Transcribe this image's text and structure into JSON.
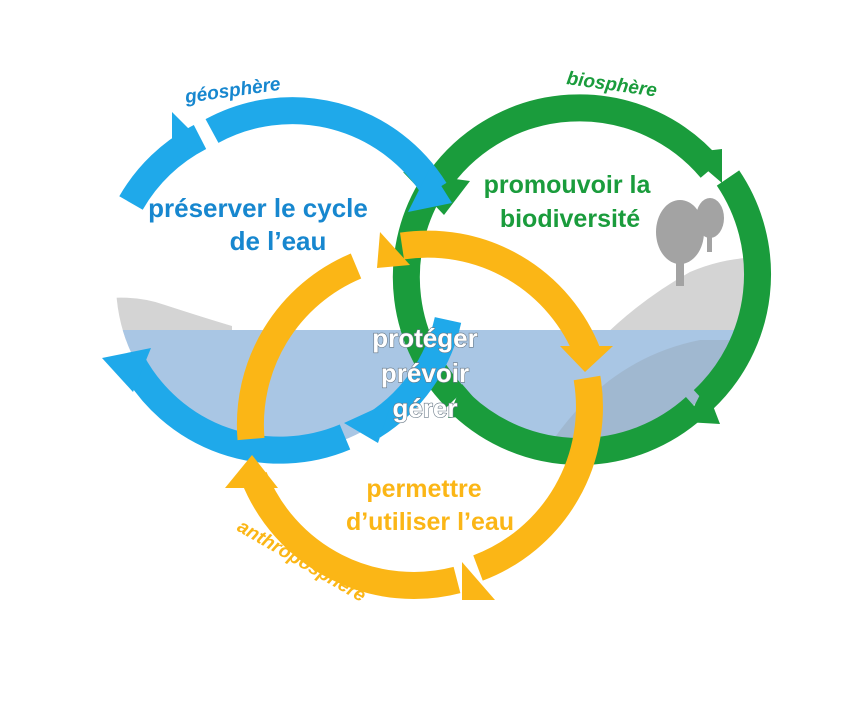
{
  "colors": {
    "geo": "#1fa9ea",
    "bio": "#1a9c3c",
    "anthro": "#fbb616",
    "geo_text": "#1787cf",
    "water": "#a9c6e4",
    "land": "#d4d4d4",
    "tree": "#a3a3a3"
  },
  "spheres": {
    "geo": "géosphère",
    "bio": "biosphère",
    "anthro": "anthroposphère"
  },
  "goals": {
    "geo": [
      "préserver le cycle",
      "de l’eau"
    ],
    "bio": [
      "promouvoir la",
      "biodiversité"
    ],
    "anthro": [
      "permettre",
      "d’utiliser l’eau"
    ]
  },
  "center": [
    "protéger",
    "prévoir",
    "gérer"
  ]
}
